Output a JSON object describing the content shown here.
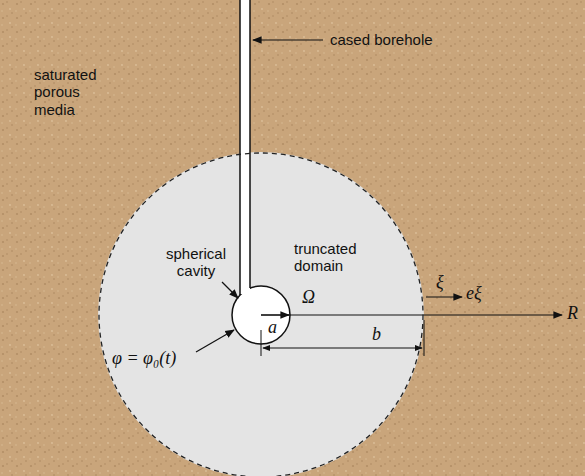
{
  "diagram": {
    "nodes": [
      {
        "text": [
          "saturated porous media"
        ]
      },
      {
        "text": [
          "truncated domain",
          "Ω"
        ],
        "in": 0
      }
    ],
    "labels": [
      "cased borehole",
      "spherical cavity",
      "φ = φ₀(t)",
      "a",
      "b",
      "ξ",
      "eξ",
      "R"
    ]
  }
}
